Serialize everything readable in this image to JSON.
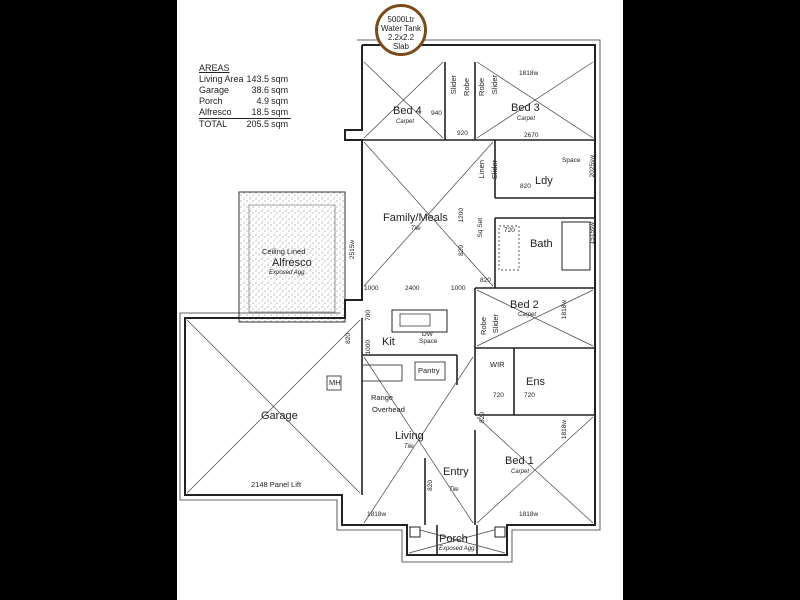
{
  "areas": {
    "heading": "AREAS",
    "rows": [
      {
        "label": "Living Area",
        "value": "143.5",
        "unit": "sqm"
      },
      {
        "label": "Garage",
        "value": "38.6",
        "unit": "sqm"
      },
      {
        "label": "Porch",
        "value": "4.9",
        "unit": "sqm"
      },
      {
        "label": "Alfresco",
        "value": "18.5",
        "unit": "sqm"
      }
    ],
    "total": {
      "label": "TOTAL",
      "value": "205.5",
      "unit": "sqm"
    }
  },
  "water_tank": {
    "line1": "5000Ltr",
    "line2": "Water Tank",
    "line3": "2.2x2.2",
    "line4": "Slab"
  },
  "rooms": {
    "bed4": {
      "name": "Bed 4",
      "floor": "Carpet"
    },
    "bed3": {
      "name": "Bed 3",
      "floor": "Carpet"
    },
    "family": {
      "name": "Family/Meals",
      "floor": "Tile"
    },
    "alfresco": {
      "name1": "Ceiling Lined",
      "name2": "Alfresco",
      "floor": "Exposed Agg."
    },
    "bath": {
      "name": "Bath"
    },
    "bed2": {
      "name": "Bed 2",
      "floor": "Carpet"
    },
    "kit": {
      "name": "Kit"
    },
    "garage": {
      "name": "Garage"
    },
    "living": {
      "name": "Living",
      "floor": "Tile"
    },
    "bed1": {
      "name": "Bed 1",
      "floor": "Carpet"
    },
    "entry": {
      "name": "Entry",
      "floor": "Tile"
    },
    "porch": {
      "name": "Porch",
      "floor": "Exposed Agg."
    },
    "ldy": {
      "name": "Ldy"
    },
    "wir": {
      "name": "WIR"
    },
    "ens": {
      "name": "Ens"
    }
  },
  "labels": {
    "robe_a": "Robe",
    "slider_a": "Slider",
    "robe_b": "Robe",
    "slider_b": "Slider",
    "linen": "Linen",
    "slider_c": "Slider",
    "slider_d": "Slider",
    "robe_c": "Robe",
    "pantry": "Pantry",
    "range": "Range",
    "overhead": "Overhead",
    "dw": "DW",
    "space": "Space",
    "mh": "MH",
    "panel_lift": "2148 Panel Lift",
    "sq_set": "Sq Set",
    "space_ldy": "Space",
    "tile_entry": "Tile"
  },
  "dims": {
    "d_2670": "2670",
    "d_940": "940",
    "d_920": "920",
    "d_820a": "820",
    "d_1200": "1200",
    "d_820b": "820",
    "d_720a": "720",
    "d_820c": "820",
    "d_1000a": "1000",
    "d_2400": "2400",
    "d_1000b": "1000",
    "d_700": "700",
    "d_1000c": "1000",
    "d_820d": "820",
    "d_720b": "720",
    "d_820e": "820",
    "d_720c": "720",
    "d_820f": "820",
    "d_1818a": "1818w",
    "d_1818b": "1818w",
    "d_2515": "2515w",
    "d_1818c": "1818w",
    "d_1818d": "1818w",
    "d_2025": "2025sw",
    "d_1515": "1515sw",
    "d_1818e": "1818w"
  }
}
